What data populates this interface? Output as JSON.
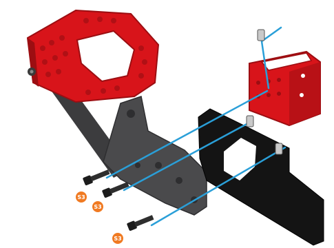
{
  "diagram": {
    "colors": {
      "red_part": "#d8141a",
      "red_dark": "#9c0e12",
      "gray_part": "#4a4a4c",
      "gray_dark": "#2e2e30",
      "black_part": "#141414",
      "guide_line": "#2a9fd8",
      "screw_badge": "#f07a22"
    },
    "parts": [
      {
        "name": "red-mounting-frame",
        "color": "red"
      },
      {
        "name": "red-u-bracket",
        "color": "red"
      },
      {
        "name": "gray-beam-plate",
        "color": "gray"
      },
      {
        "name": "black-slotted-plate",
        "color": "black"
      },
      {
        "name": "square-nut",
        "count": 3
      },
      {
        "name": "screw",
        "count": 3
      }
    ],
    "screw_labels": [
      "S3",
      "S3",
      "S3"
    ]
  }
}
